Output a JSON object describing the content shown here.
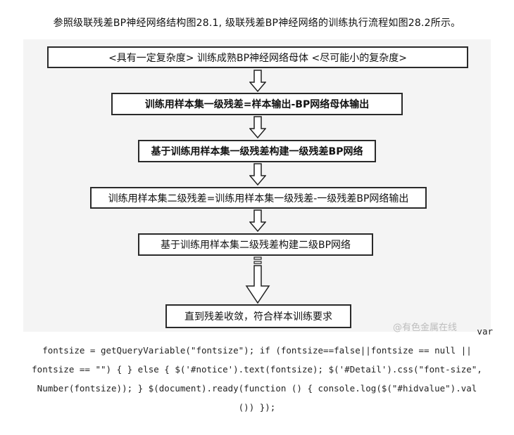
{
  "caption": "参照级联残差BP神经网络结构图28.1, 级联残差BP神经网络的训练执行流程如图28.2所示。",
  "flow": {
    "steps": [
      "<具有一定复杂度> 训练成熟BP神经网络母体 <尽可能小的复杂度>",
      "训练用样本集一级残差=样本输出-BP网络母体输出",
      "基于训练用样本集一级残差构建一级残差BP网络",
      "训练用样本集二级残差=训练用样本集一级残差-一级残差BP网络输出",
      "基于训练用样本集二级残差构建二级BP网络",
      "直到残差收敛，符合样本训练要求"
    ]
  },
  "watermark": "@有色金属在线",
  "code": {
    "line1": "var",
    "line2": "fontsize = getQueryVariable(\"fontsize\"); if (fontsize==false||fontsize == null ||",
    "line3": "fontsize == \"\") { } else { $('#notice').text(fontsize); $('#Detail').css(\"font-size\",",
    "line4": "Number(fontsize)); } $(document).ready(function () { console.log($(\"#hidvalue\").val",
    "line5": "()) });"
  }
}
